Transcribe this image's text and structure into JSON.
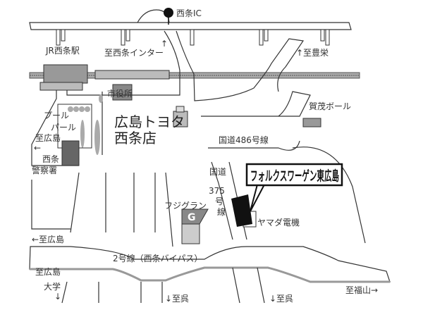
{
  "map": {
    "dealer": "フォルクスワーゲン東広島",
    "landmarks": {
      "ic": "西条IC",
      "jr_station": "JR西条駅",
      "city_hall": "市役所",
      "pool1": "プール",
      "pool2": "パール",
      "toyota1": "広島トヨタ",
      "toyota2": "西条店",
      "police1": "西条",
      "police2": "警察署",
      "bowling": "賀茂ボール",
      "fuji": "フジグラン",
      "yamada": "ヤマダ電機"
    },
    "roads": {
      "r486": "国道486号線",
      "r375_a": "国道",
      "r375_b": "375",
      "r375_c": "号",
      "r375_d": "線",
      "r2": "2号線（西条バイパス）"
    },
    "directions": {
      "to_ic": "至西条インター",
      "to_toyosaka": "至豊栄",
      "to_hiroshima_1": "至広島",
      "to_hiroshima_2": "←至広島",
      "to_univ1": "至広島",
      "to_univ2": "大学",
      "to_kure_1": "至呉",
      "to_kure_2": "至呉",
      "to_fukuyama": "至福山→"
    }
  }
}
